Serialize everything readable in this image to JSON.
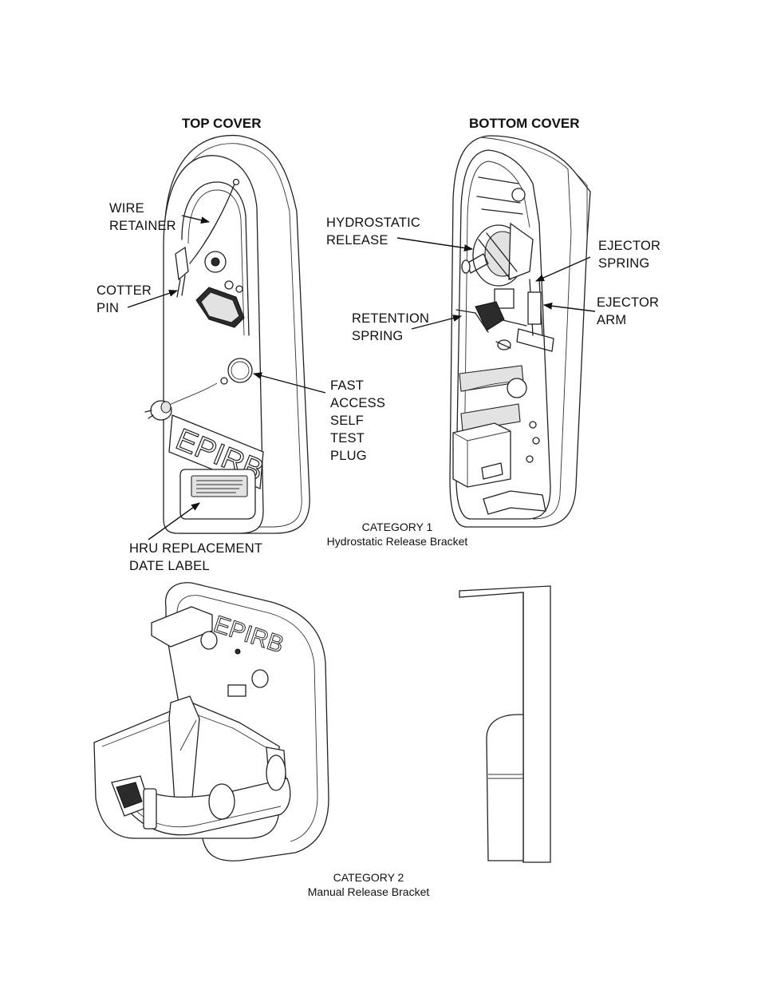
{
  "headers": {
    "top_cover": "TOP COVER",
    "bottom_cover": "BOTTOM COVER"
  },
  "labels": {
    "wire_retainer": [
      "WIRE",
      "RETAINER"
    ],
    "cotter_pin": [
      "COTTER",
      "PIN"
    ],
    "fast_access": [
      "FAST",
      "ACCESS",
      "SELF",
      "TEST",
      "PLUG"
    ],
    "hru_label": [
      "HRU REPLACEMENT",
      "DATE LABEL"
    ],
    "hydrostatic_release": [
      "HYDROSTATIC",
      "RELEASE"
    ],
    "ejector_spring": [
      "EJECTOR",
      "SPRING"
    ],
    "ejector_arm": [
      "EJECTOR",
      "ARM"
    ],
    "retention_spring": [
      "RETENTION",
      "SPRING"
    ]
  },
  "captions": {
    "category1": [
      "CATEGORY 1",
      "Hydrostatic Release Bracket"
    ],
    "category2": [
      "CATEGORY 2",
      "Manual Release Bracket"
    ]
  },
  "device_text": {
    "top_cover_emboss": "EPIRB",
    "bracket_emboss": "EPIRB"
  }
}
